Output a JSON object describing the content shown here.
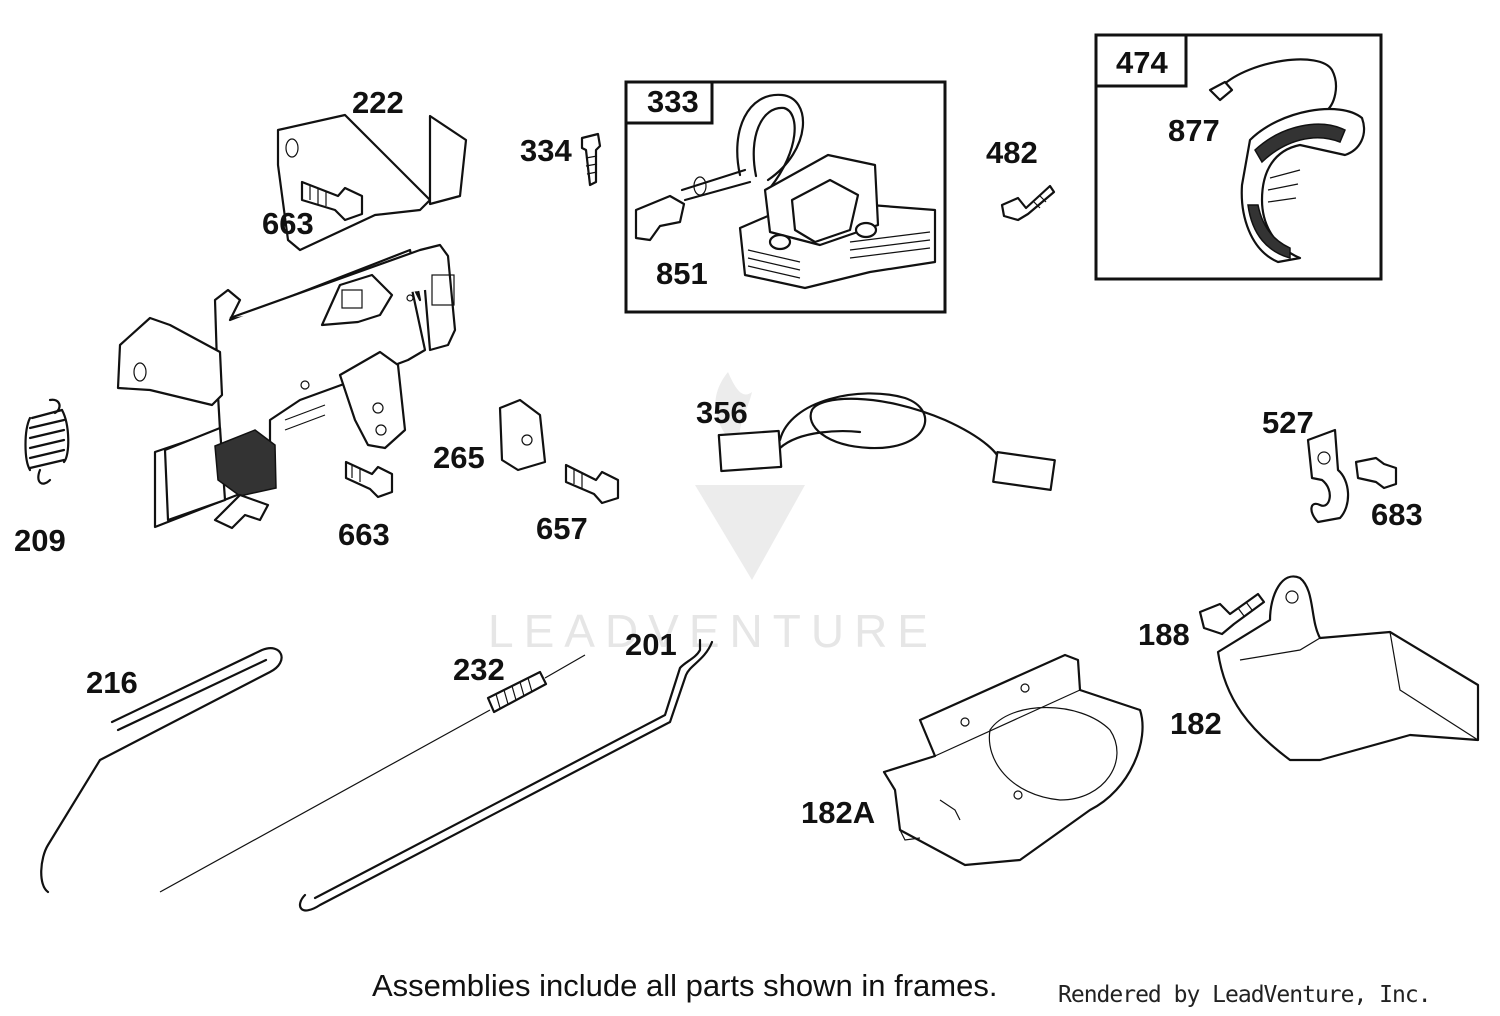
{
  "callouts": {
    "p222": "222",
    "p663a": "663",
    "p334": "334",
    "p333": "333",
    "p851": "851",
    "p482": "482",
    "p474": "474",
    "p877": "877",
    "p209": "209",
    "p663b": "663",
    "p265": "265",
    "p657": "657",
    "p356": "356",
    "p527": "527",
    "p683": "683",
    "p216": "216",
    "p232": "232",
    "p201": "201",
    "p188": "188",
    "p182": "182",
    "p182a": "182A"
  },
  "footer": {
    "note": "Assemblies include all parts shown in frames.",
    "credit": "Rendered by LeadVenture, Inc."
  },
  "watermark": {
    "text": "LEADVENTURE"
  }
}
